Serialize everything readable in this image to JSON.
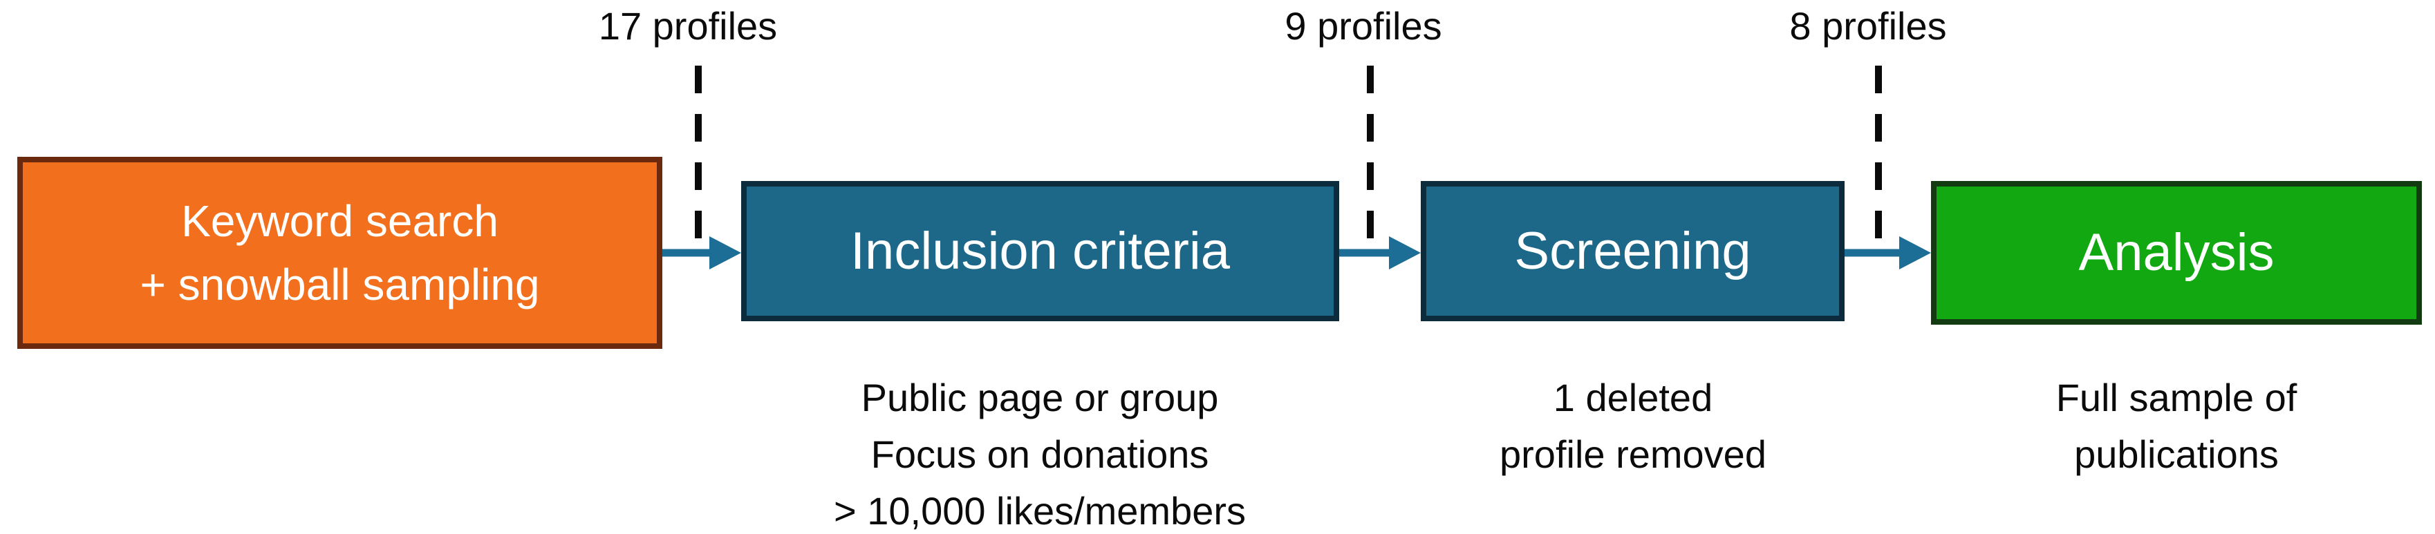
{
  "stages": [
    {
      "name": "keyword-search",
      "lines": [
        "Keyword search",
        "+ snowball sampling"
      ],
      "fill": "#F2701D",
      "border": "#6B2A0E",
      "caption": []
    },
    {
      "name": "inclusion-criteria",
      "lines": [
        "Inclusion criteria"
      ],
      "fill": "#1D6788",
      "border": "#0C2B3C",
      "caption": [
        "Public page or group",
        "Focus on donations",
        "> 10,000 likes/members"
      ]
    },
    {
      "name": "screening",
      "lines": [
        "Screening"
      ],
      "fill": "#1D6788",
      "border": "#0C2B3C",
      "caption": [
        "1 deleted",
        "profile removed"
      ]
    },
    {
      "name": "analysis",
      "lines": [
        "Analysis"
      ],
      "fill": "#12A812",
      "border": "#123B12",
      "caption": [
        "Full sample of",
        "publications"
      ]
    }
  ],
  "connector_labels": [
    "17 profiles",
    "9 profiles",
    "8 profiles"
  ],
  "colors": {
    "arrow": "#1C6E96",
    "dashed": "#0A0A0A",
    "caption_text": "#0B0B0B",
    "box_text": "#FFFFFF"
  }
}
